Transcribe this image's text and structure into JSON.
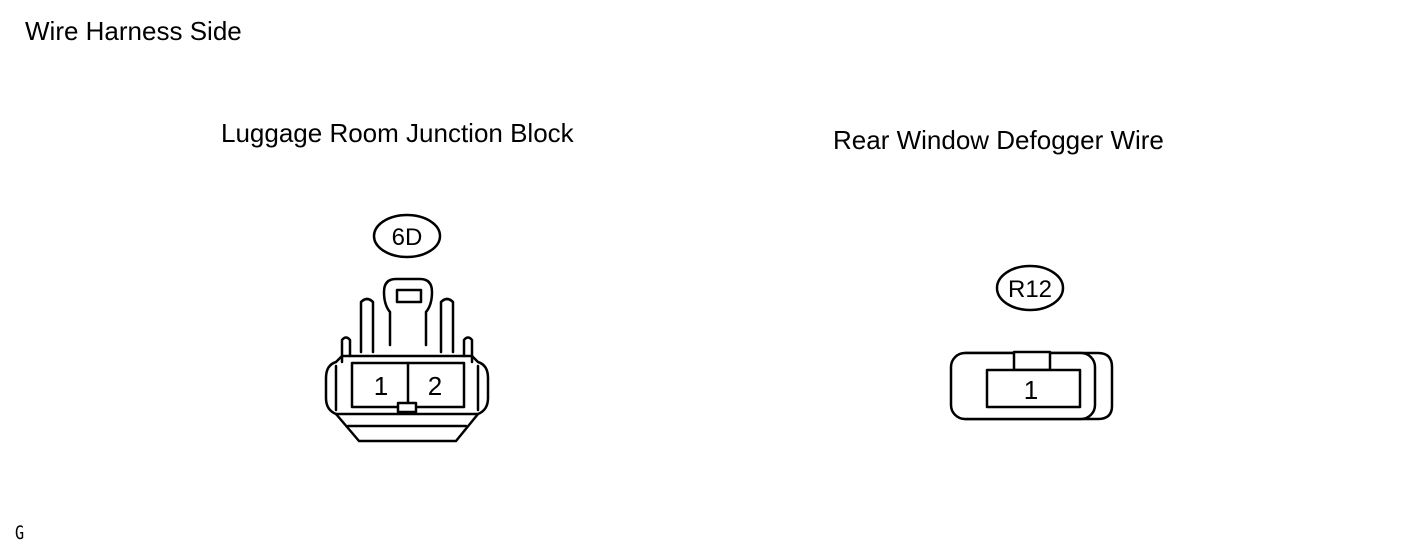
{
  "header": {
    "title": "Wire Harness Side"
  },
  "connectors": [
    {
      "name": "Luggage Room Junction Block",
      "code": "6D",
      "terminals": [
        "1",
        "2"
      ]
    },
    {
      "name": "Rear Window Defogger Wire",
      "code": "R12",
      "terminals": [
        "1"
      ]
    }
  ],
  "footer": {
    "figure_code": "G"
  }
}
